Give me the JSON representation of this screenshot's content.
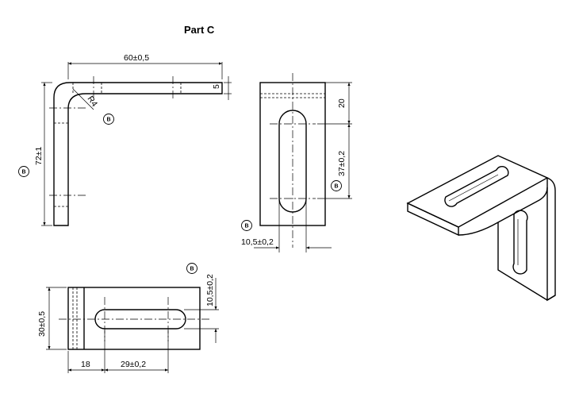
{
  "title": "Part C",
  "dimensions": {
    "width_top": "60±0,5",
    "thickness": "5",
    "radius": "R4",
    "height": "72±1",
    "slot_top_offset": "20",
    "slot_length_vertical": "37±0,2",
    "slot_width_front": "10,5±0,2",
    "slot_width_bottom": "10,5±0,2",
    "depth": "30±0,5",
    "slot_offset_bottom": "18",
    "slot_length_bottom": "29±0,2"
  },
  "surface_marker": "B"
}
